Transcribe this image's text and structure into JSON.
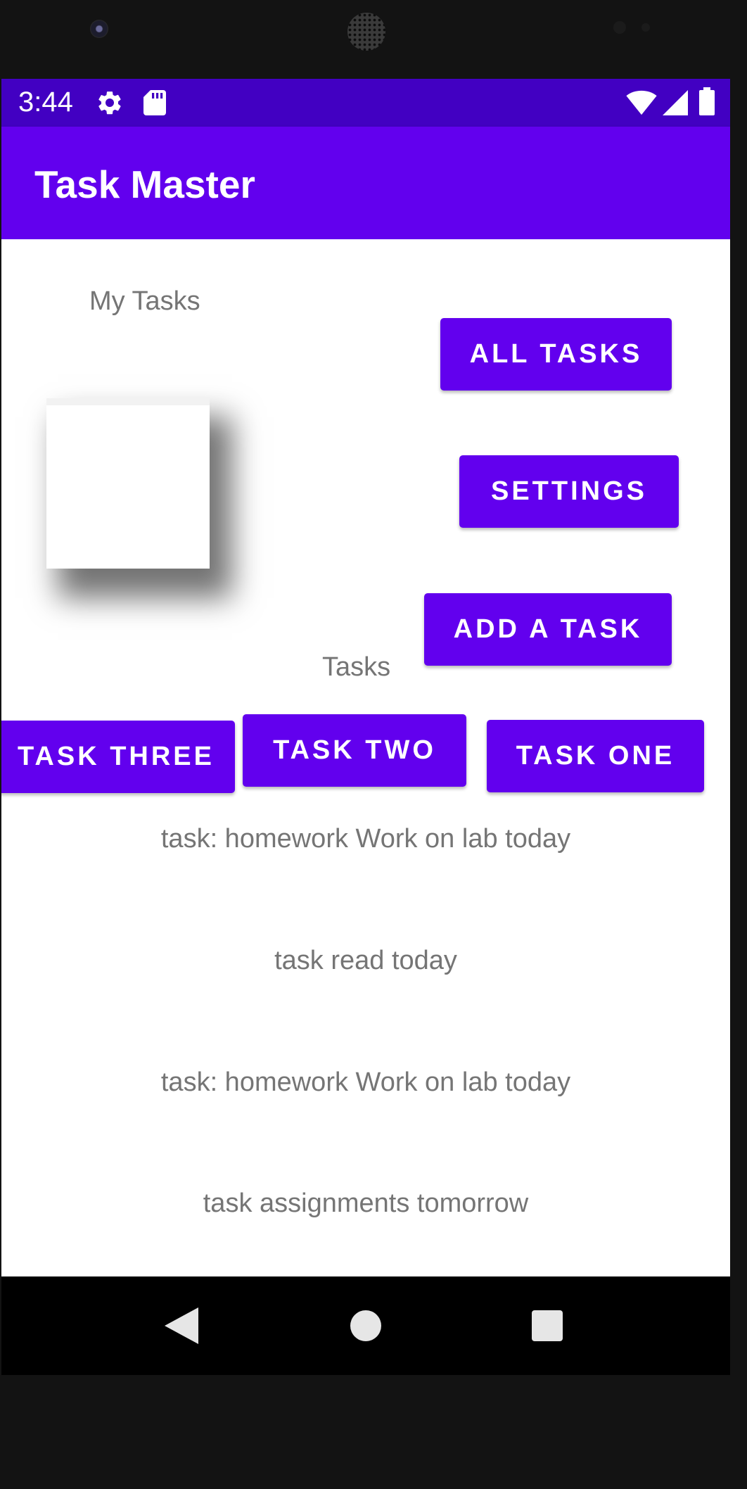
{
  "status_bar": {
    "time": "3:44",
    "icons": [
      "gear-icon",
      "sd-card-icon",
      "wifi-icon",
      "cell-signal-icon",
      "battery-icon"
    ],
    "background": "#4200c2"
  },
  "app_bar": {
    "title": "Task Master",
    "background": "#6200ee"
  },
  "main": {
    "my_tasks_label": "My Tasks",
    "tasks_label": "Tasks",
    "buttons": {
      "all_tasks": "All Tasks",
      "settings": "Settings",
      "add_task": "Add a Task",
      "task_three": "Task Three",
      "task_two": "Task Two",
      "task_one": "Task One"
    },
    "task_list": [
      "task: homework Work on lab today",
      "task read today",
      "task: homework Work on lab today",
      "task assignments tomorrow"
    ]
  },
  "nav_bar": {
    "icons": [
      "back-icon",
      "home-icon",
      "recents-icon"
    ]
  },
  "colors": {
    "accent": "#6200ee",
    "status": "#4200c2",
    "label_gray": "#757575"
  }
}
